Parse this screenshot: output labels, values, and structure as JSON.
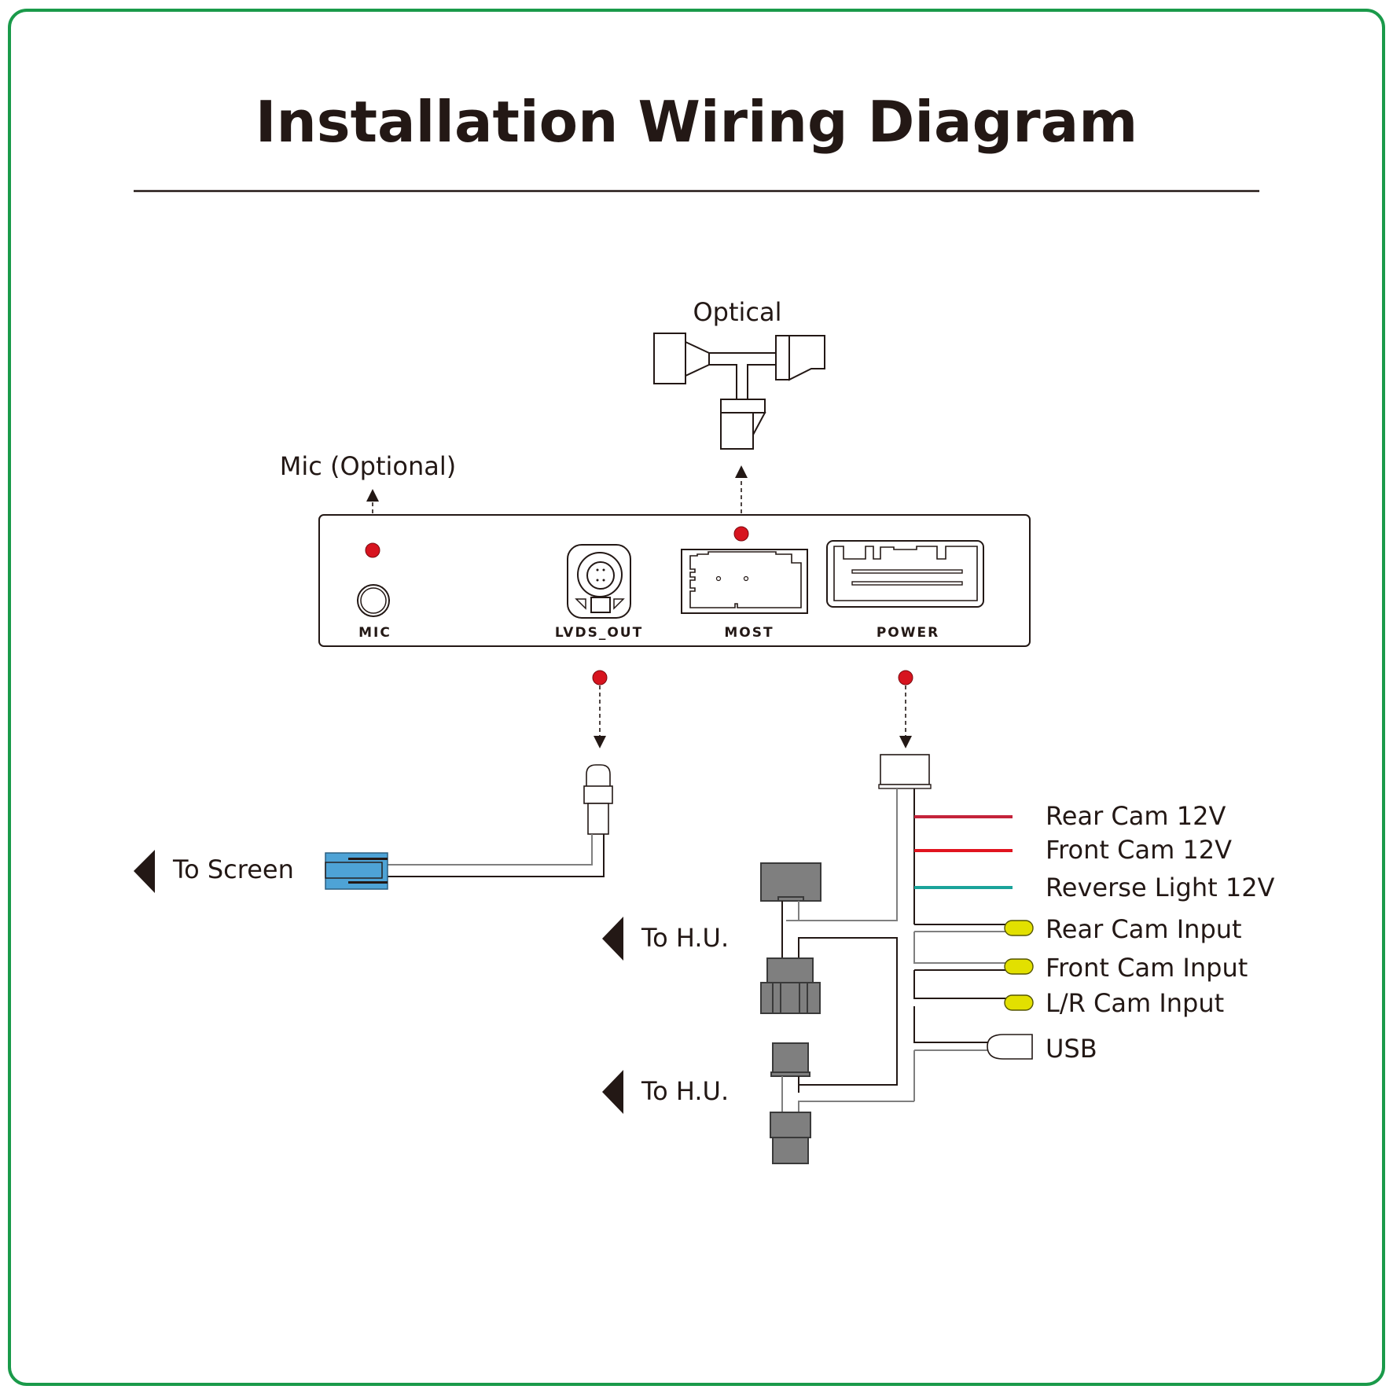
{
  "title": "Installation Wiring Diagram",
  "colors": {
    "frame_border": "#1a9a4a",
    "text": "#231815",
    "indicator_dot": "#d7141f",
    "rear_cam_12v_wire": "#c4233a",
    "front_cam_12v_wire": "#e1141f",
    "reverse_light_wire": "#1aa39a",
    "rca_plug": "#e2e000",
    "screen_connector": "#4ea3d6",
    "hu_connector": "#7f7f7f"
  },
  "top_labels": {
    "optical": "Optical",
    "mic": "Mic (Optional)"
  },
  "module": {
    "ports": [
      {
        "id": "mic",
        "label": "MIC"
      },
      {
        "id": "lvds_out",
        "label": "LVDS_OUT"
      },
      {
        "id": "most",
        "label": "MOST"
      },
      {
        "id": "power",
        "label": "POWER"
      }
    ]
  },
  "left": {
    "to_screen": "To Screen"
  },
  "harness": {
    "to_hu_1": "To H.U.",
    "to_hu_2": "To H.U.",
    "outputs": [
      {
        "label": "Rear Cam 12V",
        "type": "wire",
        "color": "#c4233a"
      },
      {
        "label": "Front Cam 12V",
        "type": "wire",
        "color": "#e1141f"
      },
      {
        "label": "Reverse Light 12V",
        "type": "wire",
        "color": "#1aa39a"
      },
      {
        "label": "Rear Cam Input",
        "type": "rca",
        "color": "#e2e000"
      },
      {
        "label": "Front Cam Input",
        "type": "rca",
        "color": "#e2e000"
      },
      {
        "label": "L/R Cam Input",
        "type": "rca",
        "color": "#e2e000"
      },
      {
        "label": "USB",
        "type": "usb"
      }
    ]
  }
}
